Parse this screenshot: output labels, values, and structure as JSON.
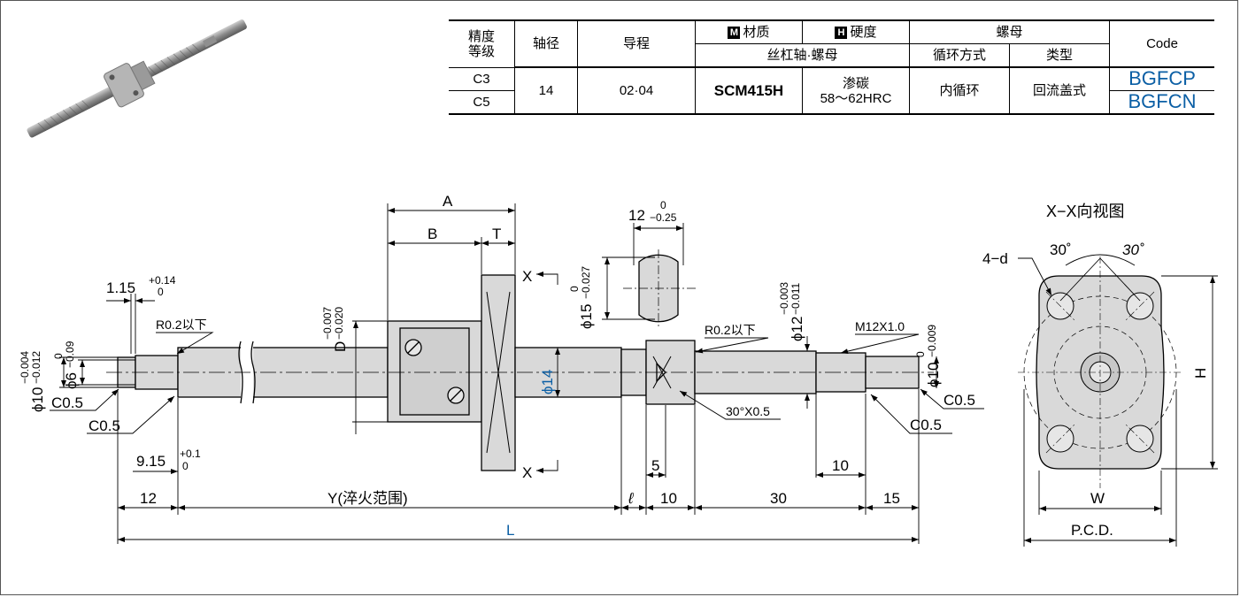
{
  "table": {
    "h_grade": "精度\n等级",
    "h_grade_l1": "精度",
    "h_grade_l2": "等级",
    "h_dia": "轴径",
    "h_lead": "导程",
    "h_mat": "材质",
    "h_mat_badge": "M",
    "h_hard": "硬度",
    "h_hard_badge": "H",
    "h_nut": "螺母",
    "h_code": "Code",
    "h_mat_sub": "丝杠轴·螺母",
    "h_circ": "循环方式",
    "h_type": "类型",
    "grades": [
      "C3",
      "C5"
    ],
    "dia": "14",
    "lead": "02·04",
    "material": "SCM415H",
    "hardness_l1": "渗碳",
    "hardness_l2": "58～62HRC",
    "circulation": "内循环",
    "nut_type": "回流盖式",
    "codes": [
      "BGFCP",
      "BGFCN"
    ]
  },
  "drawing": {
    "A": "A",
    "B": "B",
    "T": "T",
    "X_top": "X",
    "X_bot": "X",
    "d_15": "ϕ15",
    "d_15_tol_top": "0",
    "d_15_tol_bot": "−0.027",
    "w_12": "12",
    "w_12_tol_top": "0",
    "w_12_tol_bot": "−0.25",
    "len_1_15": "1.15",
    "len_1_15_tol_top": "+0.14",
    "len_1_15_tol_bot": "0",
    "r02_left": "R0.2以下",
    "r02_right": "R0.2以下",
    "D_label": "D",
    "D_tol_top": "−0.007",
    "D_tol_bot": "−0.020",
    "d_10_left": "ϕ10",
    "d_10_left_tol_top": "−0.004",
    "d_10_left_tol_bot": "−0.012",
    "d_6": "ϕ6",
    "d_6_tol_top": "0",
    "d_6_tol_bot": "−0.09",
    "c05_a": "C0.5",
    "c05_b": "C0.5",
    "c05_c": "C0.5",
    "c05_d": "C0.5",
    "d_14": "ϕ14",
    "d_12": "ϕ12",
    "d_12_tol_top": "−0.003",
    "d_12_tol_bot": "−0.011",
    "thread": "M12X1.0",
    "d_10_right": "ϕ10",
    "d_10_right_tol_top": "0",
    "d_10_right_tol_bot": "−0.009",
    "chamfer": "30°X0.5",
    "len_9_15": "9.15",
    "len_9_15_tol_top": "+0.1",
    "len_9_15_tol_bot": "0",
    "dim_5": "5",
    "dim_10_thread": "10",
    "dim_12": "12",
    "dim_Y": "Y(淬火范围)",
    "dim_l": "ℓ",
    "dim_10": "10",
    "dim_30": "30",
    "dim_15": "15",
    "dim_L": "L",
    "view_title": "X−X向视图",
    "hole_label": "4−d",
    "angle_left": "30˚",
    "angle_right": "30˚",
    "dim_H": "H",
    "dim_W": "W",
    "dim_PCD": "P.C.D."
  },
  "colors": {
    "code_link": "#0b5fa5",
    "accent_blue": "#0b5fa5",
    "part_fill": "#d9d9d9"
  }
}
